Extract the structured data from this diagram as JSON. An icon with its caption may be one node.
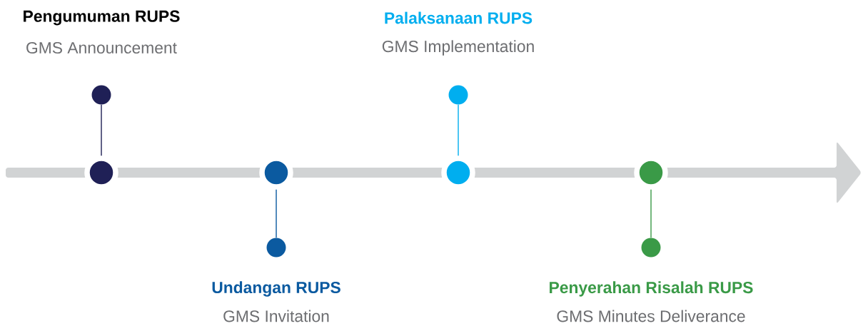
{
  "diagram": {
    "nodes": [
      {
        "text": [],
        "shape": "circle"
      },
      {
        "text": [],
        "shape": "circle",
        "beside": [
          "Pengumuman RUPS",
          "GMS Announcement"
        ]
      },
      {
        "text": [],
        "shape": "circle"
      },
      {
        "text": [],
        "shape": "circle",
        "beside": [
          "Undangan RUPS",
          "GMS Invitation"
        ]
      },
      {
        "text": [],
        "shape": "circle"
      },
      {
        "text": [],
        "shape": "circle",
        "beside": [
          "Palaksanaan RUPS",
          "GMS Implementation"
        ]
      },
      {
        "text": [],
        "shape": "circle"
      },
      {
        "text": [],
        "shape": "circle",
        "beside": [
          "Penyerahan Risalah RUPS",
          "GMS Minutes Deliverance"
        ]
      }
    ],
    "edges": [
      {
        "from": 0,
        "to": 1,
        "arrow": "none",
        "color": "#1f2056"
      },
      {
        "from": 2,
        "to": 3,
        "arrow": "none",
        "color": "#0b5aa0"
      },
      {
        "from": 4,
        "to": 5,
        "arrow": "none",
        "color": "#00aeef"
      },
      {
        "from": 6,
        "to": 7,
        "arrow": "none",
        "color": "#3a9a47"
      }
    ]
  }
}
